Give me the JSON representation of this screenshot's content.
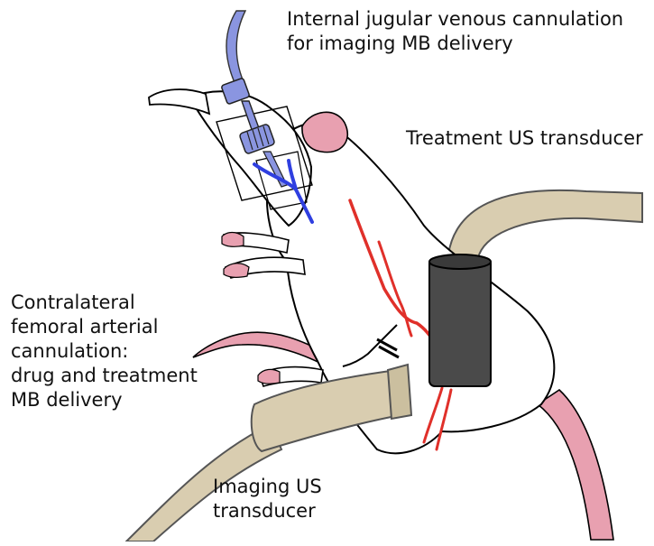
{
  "labels": {
    "jugular": [
      "Internal jugular venous cannulation",
      "for imaging MB delivery"
    ],
    "treatment": [
      "Treatment US transducer"
    ],
    "femoral": [
      "Contralateral",
      "femoral arterial",
      "cannulation:",
      "drug and treatment",
      "MB delivery"
    ],
    "imaging": [
      "Imaging US",
      "transducer"
    ]
  },
  "colors": {
    "outline": "#000000",
    "body_fill": "#ffffff",
    "pink": "#e8a0b0",
    "cable": "#d9cdb0",
    "cable_outline": "#555555",
    "treatment_transducer": "#4a4a4a",
    "blue_catheter": "#8a95e0",
    "blue_vessel": "#2f3fe0",
    "red_artery": "#e0302a"
  }
}
